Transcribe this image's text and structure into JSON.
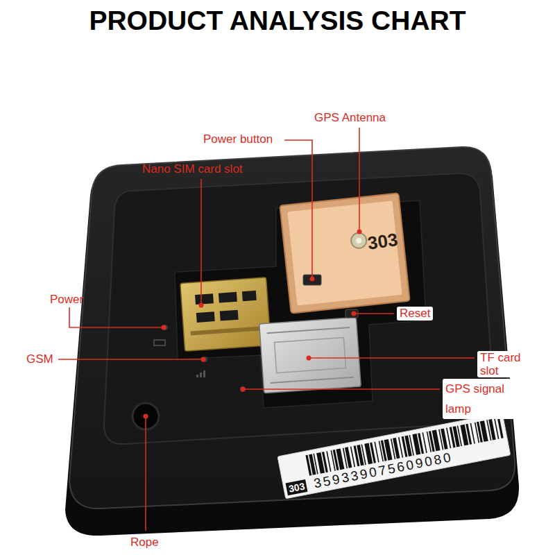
{
  "diagram": {
    "title": "PRODUCT ANALYSIS CHART",
    "labels": [
      "GPS Antenna",
      "Power button",
      "Nano SIM card slot",
      "Power",
      "Reset",
      "GSM",
      "TF card slot",
      "GPS signal lamp",
      "Rope",
      "303",
      "303",
      "359339075609080"
    ]
  }
}
